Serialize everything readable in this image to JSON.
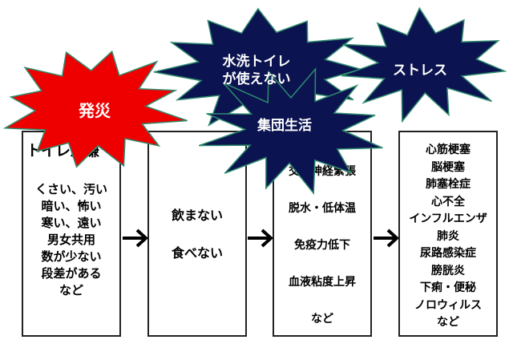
{
  "colors": {
    "red_star": "#ee0000",
    "navy_star": "#0b1450",
    "star_border": "#2e8b6e",
    "box_border": "#222222"
  },
  "stars": [
    {
      "label_lines": [
        "発災"
      ]
    },
    {
      "label_lines": [
        "水洗トイレ",
        "が使えない"
      ]
    },
    {
      "label_lines": [
        "ストレス"
      ]
    },
    {
      "label_lines": [
        "集団生活"
      ]
    }
  ],
  "boxes": [
    {
      "title": "トイレが嫌",
      "items": [
        "くさい、汚い",
        "暗い、怖い",
        "寒い、遠い",
        "男女共用",
        "数が少ない",
        "段差がある",
        "など"
      ]
    },
    {
      "items": [
        "飲まない",
        "食べない"
      ]
    },
    {
      "items": [
        "交感神経緊張",
        "脱水・低体温",
        "免疫力低下",
        "血液粘度上昇",
        "など"
      ]
    },
    {
      "items": [
        "心筋梗塞",
        "脳梗塞",
        "肺塞栓症",
        "心不全",
        "インフルエンザ",
        "肺炎",
        "尿路感染症",
        "膀胱炎",
        "下痢・便秘",
        "ノロウィルス",
        "など"
      ]
    }
  ]
}
